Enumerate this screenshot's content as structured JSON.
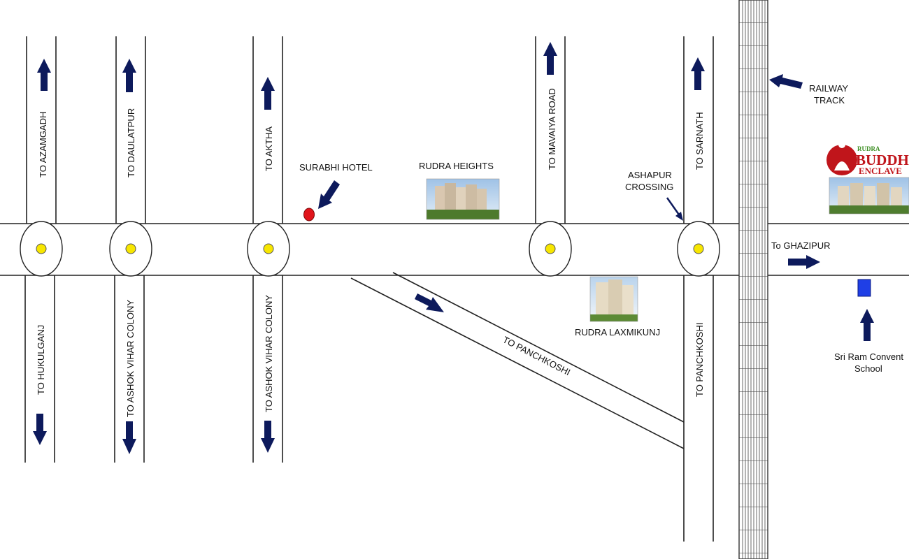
{
  "colors": {
    "arrow": "#0d1a5c",
    "signal": "#f7e600",
    "hotel_marker": "#e0141b",
    "school_marker": "#1f3fe6",
    "road_line": "#222222",
    "logo_red": "#c0151b",
    "logo_green": "#3a8d1f"
  },
  "directions": {
    "azamgadh": "TO AZAMGADH",
    "daulatpur": "TO DAULATPUR",
    "aktha": "TO AKTHA",
    "mavaiya_road": "TO MAVAIYA ROAD",
    "sarnath": "TO SARNATH",
    "hukulganj": "TO HUKULGANJ",
    "ashok_vihar_1": "TO ASHOK VIHAR COLONY",
    "ashok_vihar_2": "TO ASHOK VIHAR COLONY",
    "panchkoshi_diagonal": "TO PANCHKOSHI",
    "panchkoshi_vertical": "TO PANCHKOSHI",
    "ghazipur": "To GHAZIPUR"
  },
  "landmarks": {
    "surabhi_hotel": "SURABHI HOTEL",
    "rudra_heights": "RUDRA HEIGHTS",
    "rudra_laxmikunj": "RUDRA LAXMIKUNJ",
    "ashapur_line1": "ASHAPUR",
    "ashapur_line2": "CROSSING",
    "railway_line1": "RAILWAY",
    "railway_line2": "TRACK",
    "school_line1": "Sri Ram Convent",
    "school_line2": "School"
  },
  "logo": {
    "brand_small": "RUDRA",
    "name_line1": "BUDDHA",
    "name_line2": "ENCLAVE"
  },
  "icons": {
    "arrow": "arrow-icon",
    "signal": "traffic-signal-icon",
    "hotel": "location-pin-icon",
    "school": "school-marker-icon",
    "building": "building-photo-icon",
    "buddha": "buddha-icon"
  }
}
